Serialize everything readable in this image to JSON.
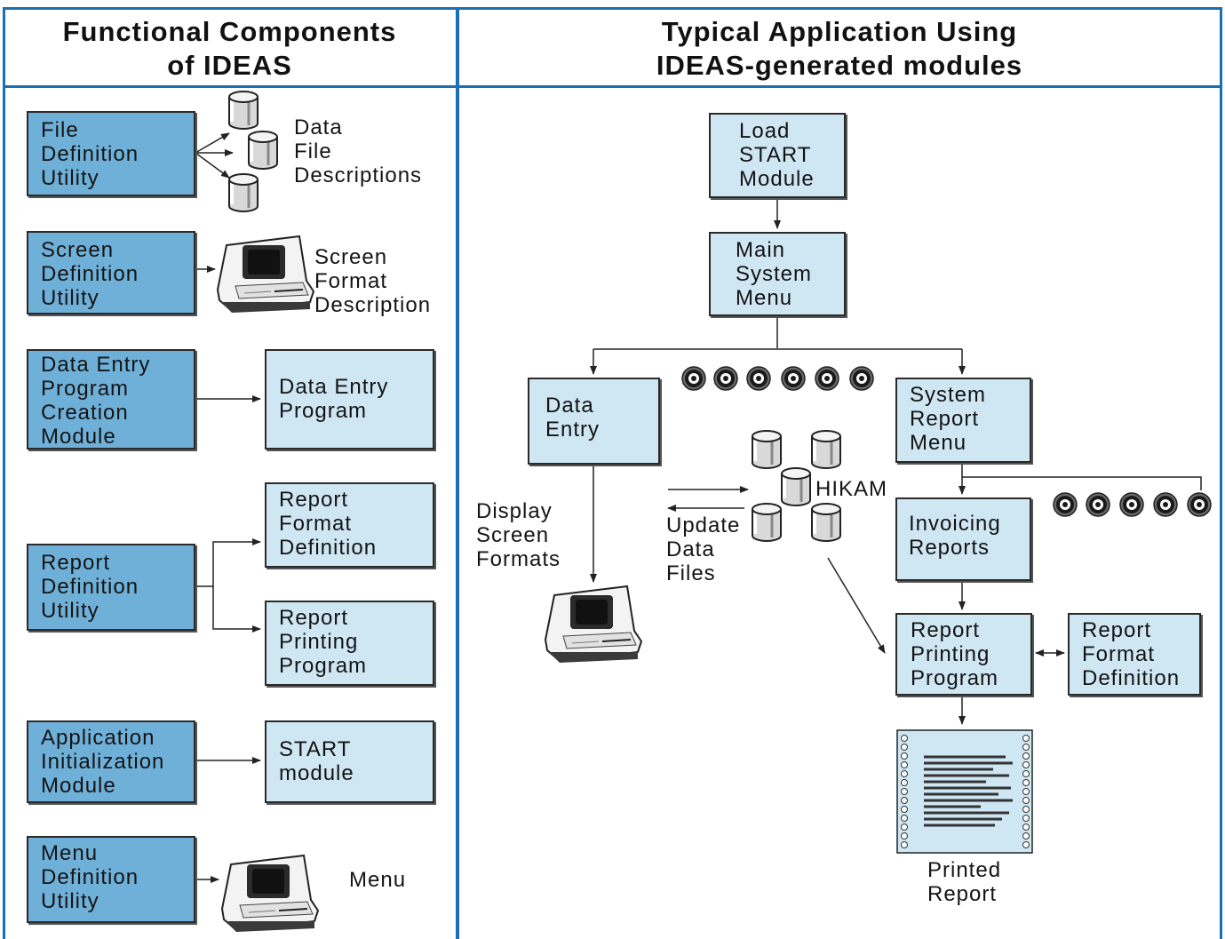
{
  "left_panel": {
    "title": "Functional Components\nof IDEAS",
    "file_def_utility": "File\nDefinition\nUtility",
    "data_file_desc": "Data\nFile\nDescriptions",
    "screen_def_utility": "Screen\nDefinition\nUtility",
    "screen_format_desc": "Screen\n Format\nDescription",
    "data_entry_creation": "Data Entry\nProgram\nCreation\nModule",
    "data_entry_program": "Data Entry\nProgram",
    "report_def_utility": "Report\nDefinition\nUtility",
    "report_format_def": "Report\nFormat\nDefinition",
    "report_printing_program": "Report\nPrinting\nProgram",
    "app_init_module": "Application\nInitialization\nModule",
    "start_module": "START\nmodule",
    "menu_def_utility": "Menu\nDefinition\nUtility",
    "menu_label": "Menu"
  },
  "right_panel": {
    "title": "Typical Application Using\nIDEAS-generated modules",
    "load_start": "Load\nSTART\nModule",
    "main_menu": "Main\nSystem\nMenu",
    "data_entry": "Data\nEntry",
    "system_report_menu": "System\nReport\nMenu",
    "hikam": "HIKAM",
    "display_formats": "Display\nScreen\nFormats",
    "update_files": "Update\nData\nFiles",
    "invoicing_reports": "Invoicing\nReports",
    "report_printing": "Report\nPrinting\nProgram",
    "report_format": "Report\nFormat\nDefinition",
    "printed_report": "Printed\nReport"
  },
  "colors": {
    "frame": "#1b6fb3",
    "module_box": "#6fb0d8",
    "output_box": "#cfe6f3"
  }
}
